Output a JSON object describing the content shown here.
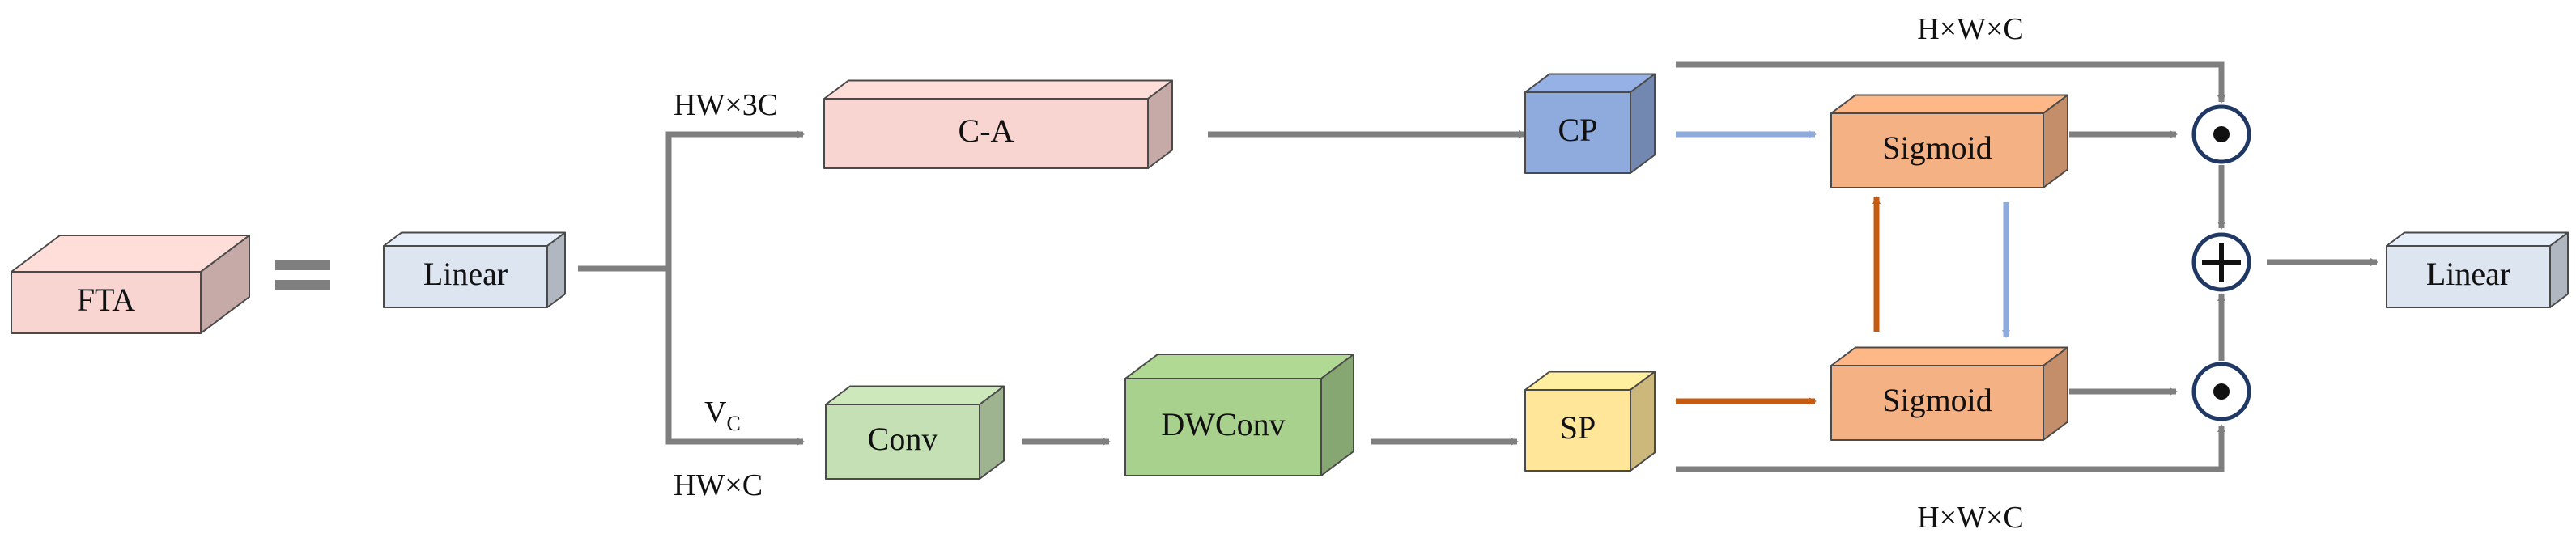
{
  "colors": {
    "fta": "#F8D5D1",
    "linear": "#DDE5F0",
    "ca": "#F8D5D1",
    "cp": "#8FAADC",
    "sigmoid": "#F4B183",
    "conv": "#C5E0B4",
    "dwconv": "#A9D18E",
    "sp": "#FFE699",
    "arrow_gray": "#7F7F7F",
    "arrow_blue": "#8FAADC",
    "arrow_orange": "#C55A11"
  },
  "blocks": {
    "fta": "FTA",
    "linear_in": "Linear",
    "ca": "C-A",
    "cp": "CP",
    "sigmoid_top": "Sigmoid",
    "sigmoid_bottom": "Sigmoid",
    "conv": "Conv",
    "dwconv": "DWConv",
    "sp": "SP",
    "linear_out": "Linear"
  },
  "labels": {
    "hw3c": "HW×3C",
    "vc_main": "V",
    "vc_sub": "C",
    "hwc": "HW×C",
    "hwc_top": "H×W×C",
    "hwc_bottom": "H×W×C"
  },
  "operators": {
    "multiply_top": "⊙",
    "add": "⊕",
    "multiply_bottom": "⊙"
  }
}
